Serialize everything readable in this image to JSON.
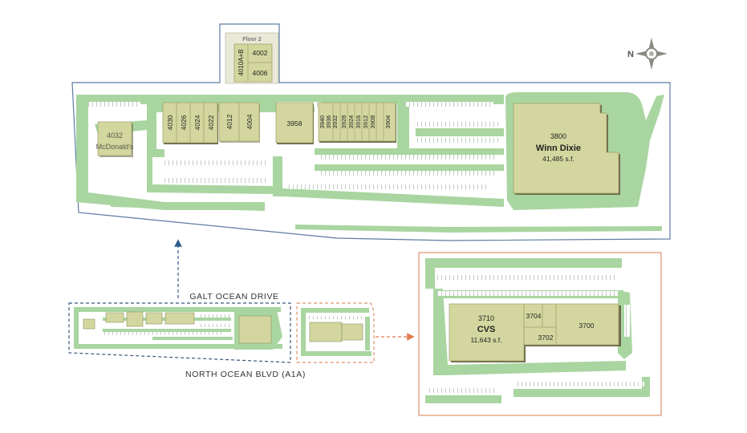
{
  "colors": {
    "lot": "#a9d5a0",
    "building": "#d3d79f",
    "building_stroke": "#9a9e66",
    "shadow": "#6e6a4c",
    "outline_blue": "#5e7ba2",
    "outline_dark": "#3b5878",
    "outline_orange": "#e0946a",
    "arrow_blue": "#2f5c8e",
    "arrow_orange": "#e07a4a",
    "floor2_bg": "#e9e9d8",
    "text": "#333333"
  },
  "compass": {
    "label": "N"
  },
  "floor2": {
    "title": "Floor 2",
    "units": {
      "u4002": "4002",
      "u4006": "4006",
      "u4010": "4010A+B"
    }
  },
  "north_plaza": {
    "mcdonalds": {
      "unit": "4032",
      "name": "McDonald's"
    },
    "units": {
      "u4030": "4030",
      "u4026": "4026",
      "u4024": "4024",
      "u4022": "4022",
      "u4012": "4012",
      "u4004": "4004",
      "u3958": "3958",
      "u3940": "3940",
      "u3936": "3936",
      "u3932": "3932",
      "u3928": "3928",
      "u3924": "3924",
      "u3916": "3916",
      "u3912": "3912",
      "u3908": "3908",
      "u3904": "3904"
    },
    "winn_dixie": {
      "unit": "3800",
      "name": "Winn Dixie",
      "size": "41,485 s.f."
    }
  },
  "overview": {
    "street_top": "GALT OCEAN DRIVE",
    "street_bottom": "NORTH OCEAN BLVD (A1A)"
  },
  "south_plaza": {
    "cvs": {
      "unit": "3710",
      "name": "CVS",
      "size": "11,643 s.f."
    },
    "units": {
      "u3704": "3704",
      "u3702": "3702",
      "u3700": "3700"
    }
  }
}
